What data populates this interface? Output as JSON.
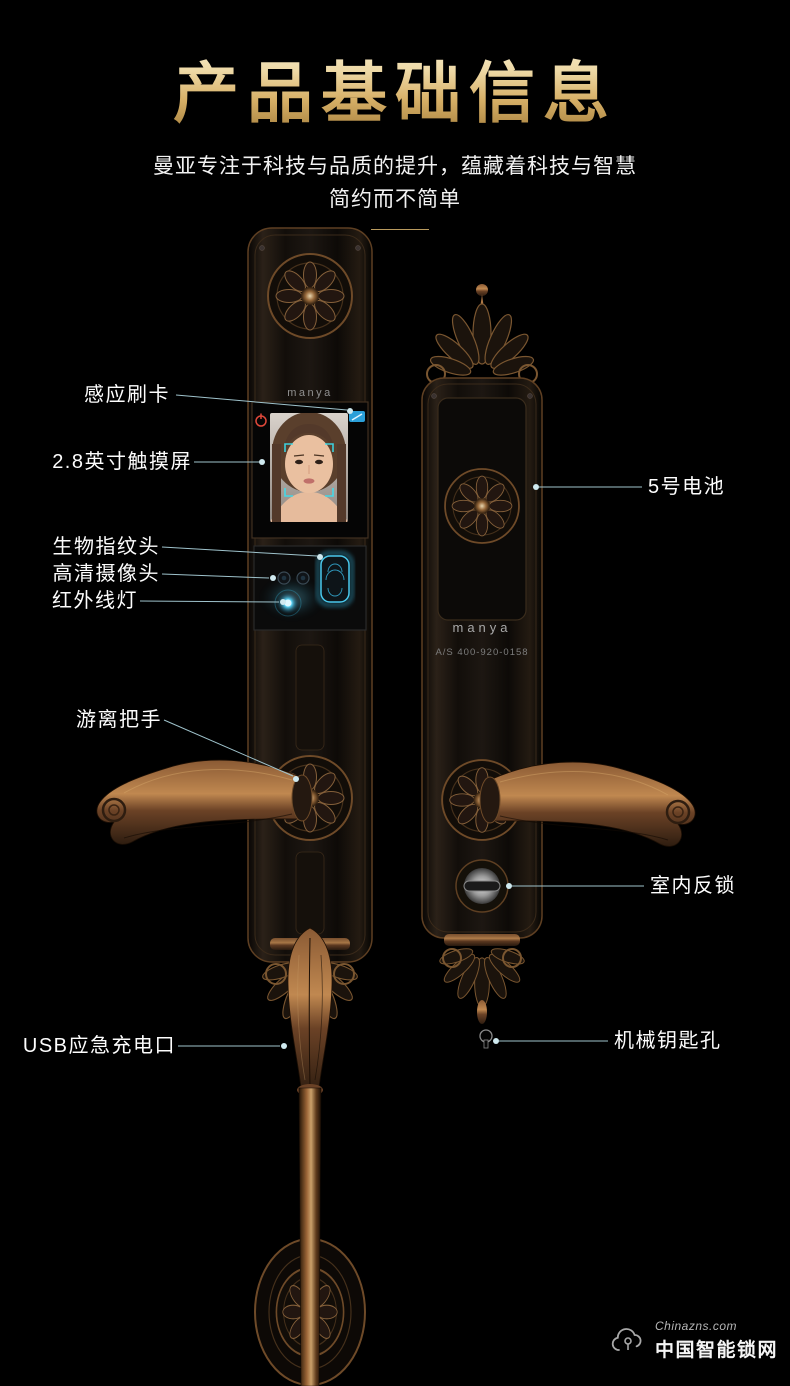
{
  "header": {
    "title": "产品基础信息",
    "subtitle_line1": "曼亚专注于科技与品质的提升，蕴藏着科技与智慧",
    "subtitle_line2": "简约而不简单"
  },
  "lock": {
    "brand": "manya",
    "service": "A/S 400-920-0158"
  },
  "callouts": {
    "card_reader": "感应刷卡",
    "touchscreen": "2.8英寸触摸屏",
    "fingerprint": "生物指纹头",
    "camera": "高清摄像头",
    "infrared": "红外线灯",
    "handle": "游离把手",
    "usb": "USB应急充电口",
    "battery": "5号电池",
    "deadbolt": "室内反锁",
    "keyhole": "机械钥匙孔"
  },
  "watermark": {
    "site": "Chinazns.com",
    "name": "中国智能锁网"
  },
  "colors": {
    "background": "#000000",
    "title_gold": "#e3c07a",
    "callout_line": "#9fc3cc",
    "glow_blue": "#35c4f0",
    "bronze": "#8a5a34"
  }
}
